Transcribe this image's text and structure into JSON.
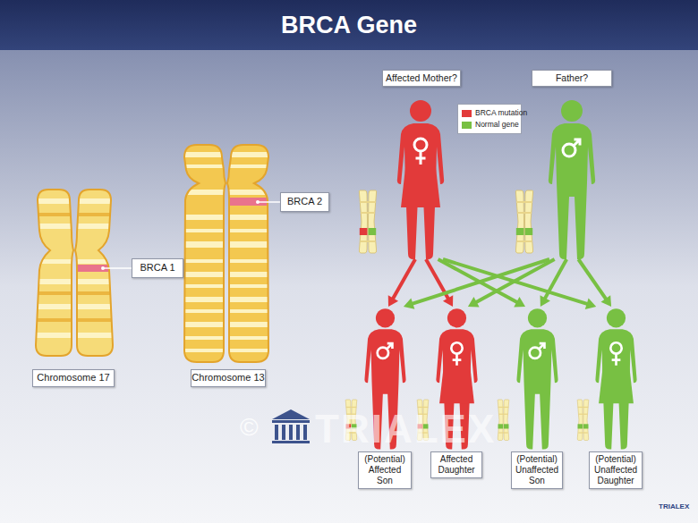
{
  "diagram": {
    "title": "BRCA Gene",
    "nodes": [
      {
        "text": [
          "Chromosome 17"
        ]
      },
      {
        "text": [
          "Chromosome 13"
        ]
      },
      {
        "text": [
          "BRCA 1"
        ]
      },
      {
        "text": [
          "BRCA 2"
        ]
      },
      {
        "text": [
          "Affected Mother?"
        ]
      },
      {
        "text": [
          "Father?"
        ]
      },
      {
        "text": [
          "(Potential) Affected Son"
        ]
      },
      {
        "text": [
          "Affected Daughter"
        ]
      },
      {
        "text": [
          "(Potential) Unaffected Son"
        ]
      },
      {
        "text": [
          "(Potential) Unaffected Daughter"
        ]
      }
    ],
    "edges": [
      {
        "from": 4,
        "to": 6,
        "arrow": "to"
      },
      {
        "from": 4,
        "to": 7,
        "arrow": "to"
      },
      {
        "from": 4,
        "to": 8,
        "arrow": "to"
      },
      {
        "from": 4,
        "to": 9,
        "arrow": "to"
      },
      {
        "from": 5,
        "to": 6,
        "arrow": "to"
      },
      {
        "from": 5,
        "to": 7,
        "arrow": "to"
      },
      {
        "from": 5,
        "to": 8,
        "arrow": "to"
      },
      {
        "from": 5,
        "to": 9,
        "arrow": "to"
      }
    ],
    "labels": [
      "©",
      "TRIALEX",
      "TRIALEX"
    ],
    "legend": [
      {
        "text": "BRCA mutation",
        "color": "#e23a3a"
      },
      {
        "text": "Normal gene",
        "color": "#78c043"
      }
    ]
  }
}
